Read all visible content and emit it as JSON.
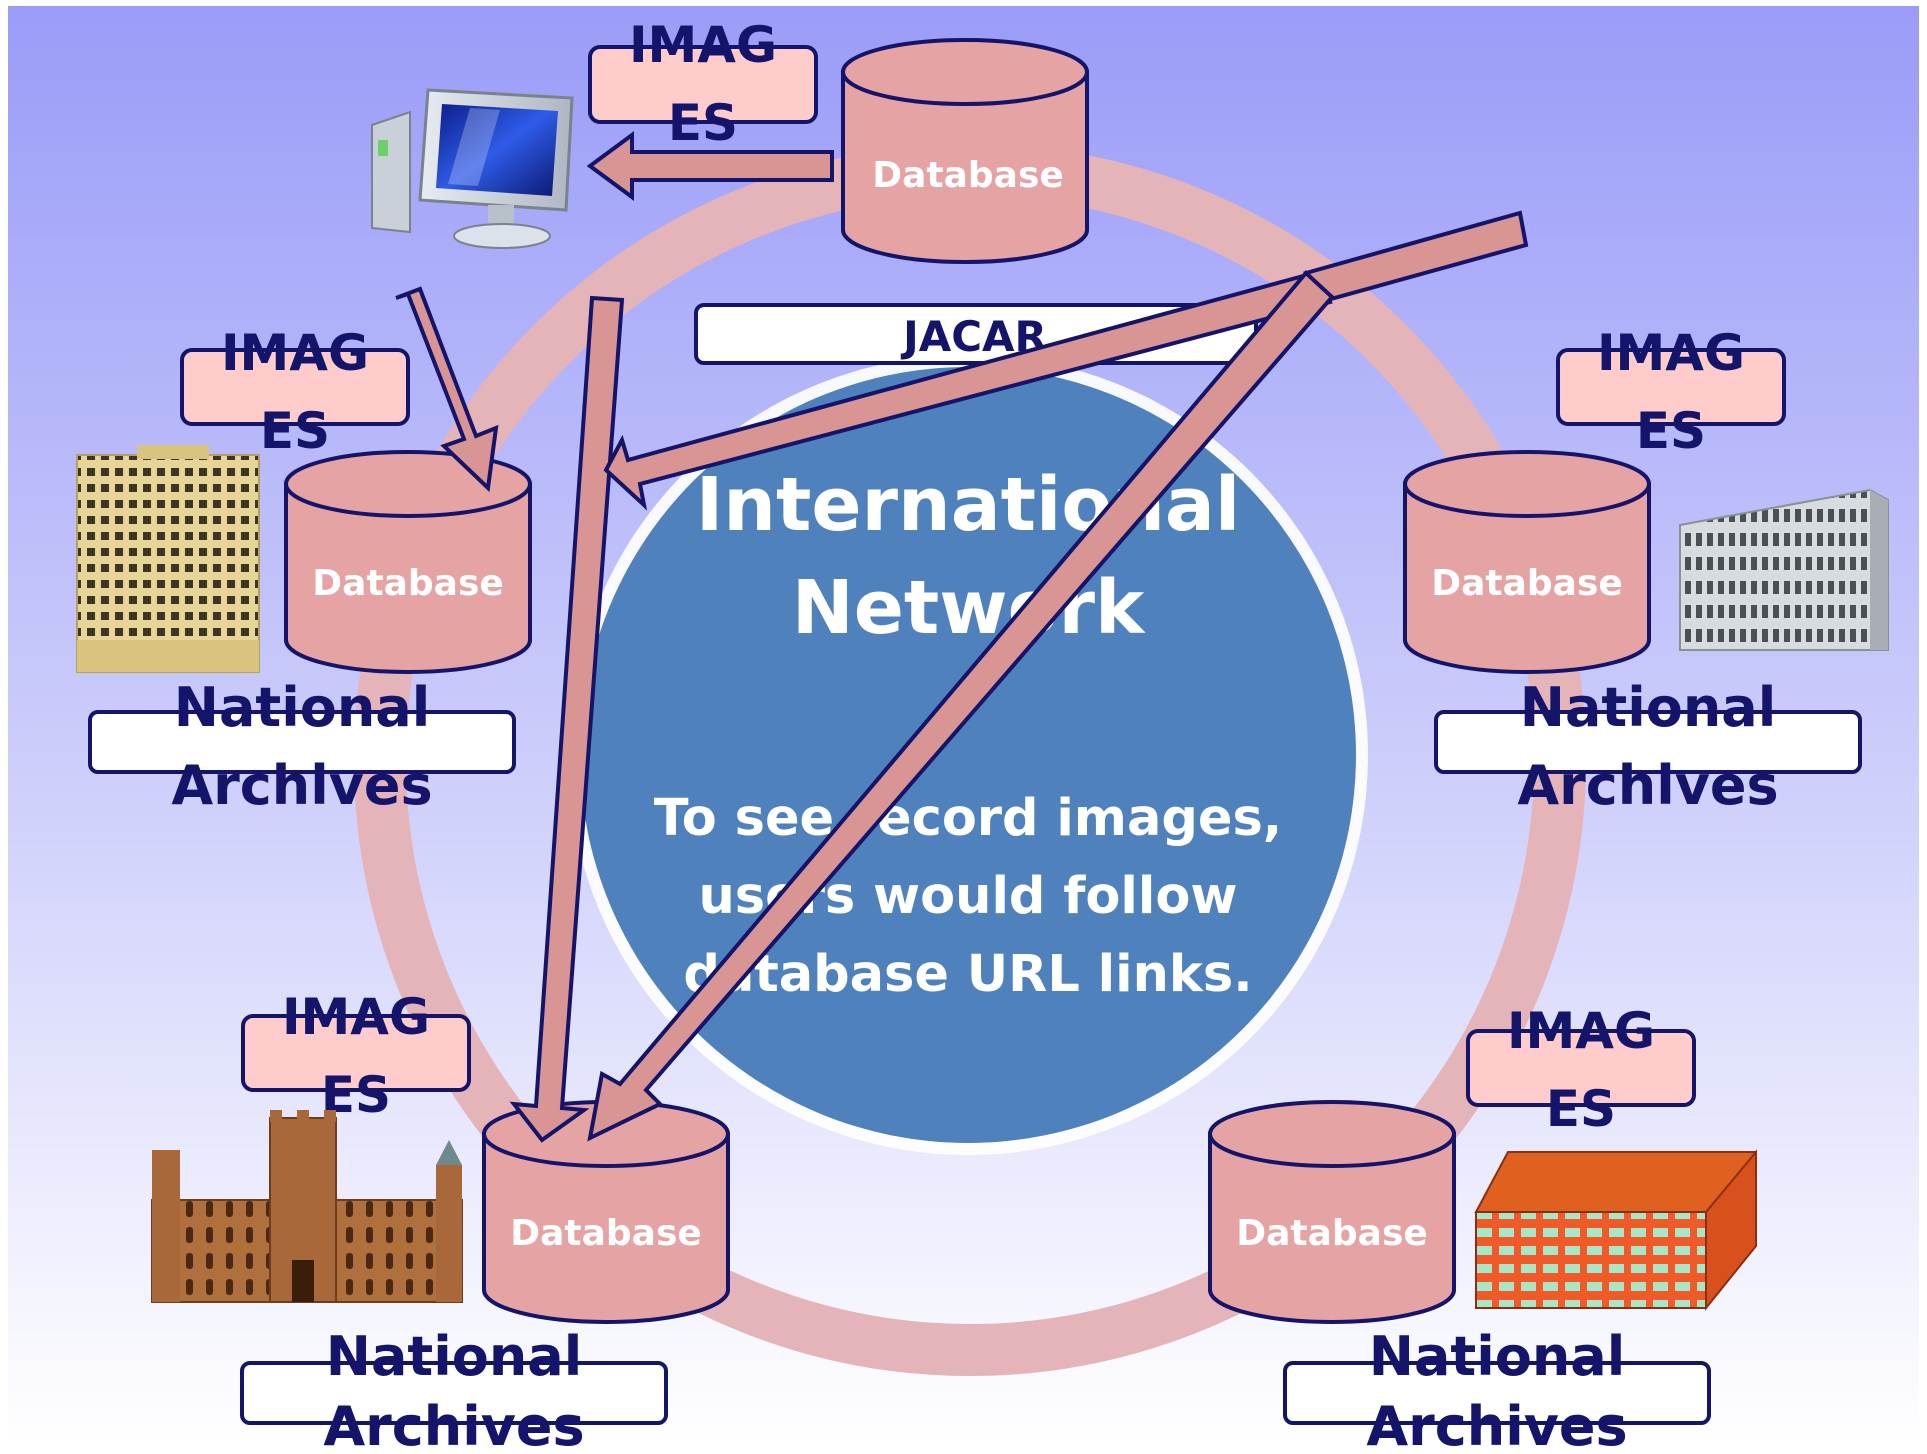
{
  "network": {
    "title_line1": "International",
    "title_line2": "Network",
    "caption_line1": "To see record images,",
    "caption_line2": "users would follow",
    "caption_line3": "database URL links."
  },
  "jacar": {
    "label": "JACAR",
    "database": "Database",
    "images_line1": "IMAG",
    "images_line2": "ES"
  },
  "archives": [
    {
      "name_line1": "National",
      "name_line2": "Archives",
      "database": "Database",
      "images_line1": "IMAG",
      "images_line2": "ES"
    },
    {
      "name_line1": "National",
      "name_line2": "Archives",
      "database": "Database",
      "images_line1": "IMAG",
      "images_line2": "ES"
    },
    {
      "name_line1": "National",
      "name_line2": "Archives",
      "database": "Database",
      "images_line1": "IMAG",
      "images_line2": "ES"
    },
    {
      "name_line1": "National",
      "name_line2": "Archives",
      "database": "Database",
      "images_line1": "IMAG",
      "images_line2": "ES"
    }
  ],
  "colors": {
    "sky_top": "#9a9cf8",
    "sky_bottom": "#ffffff",
    "ring": "#e4b4b8",
    "network_circle": "#4f81bd",
    "database_fill": "#e6a3a3",
    "images_box": "#ffcccc",
    "arrow_fill": "#d99594",
    "outline": "#14146a"
  }
}
